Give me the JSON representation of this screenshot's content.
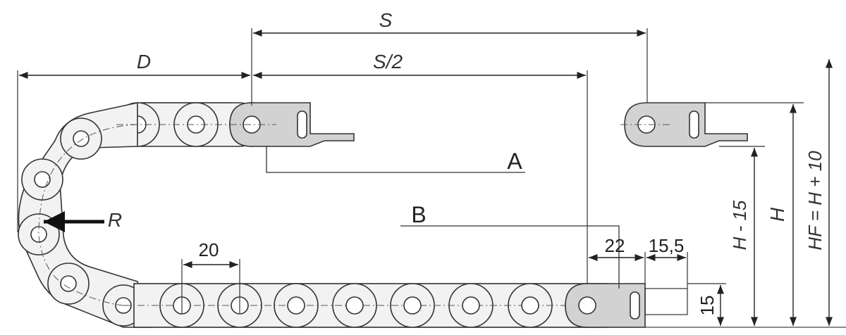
{
  "labels": {
    "S": "S",
    "S_half": "S/2",
    "D": "D",
    "A": "A",
    "B": "B",
    "R": "R",
    "pitch": "20",
    "bracket_width": "22",
    "bracket_ext": "15,5",
    "bracket_height": "15",
    "H_minus": "H - 15",
    "H": "H",
    "HF": "HF = H + 10"
  },
  "colors": {
    "R_label": "#2a5f9e",
    "bracket_fill": "#d2d2d2"
  }
}
